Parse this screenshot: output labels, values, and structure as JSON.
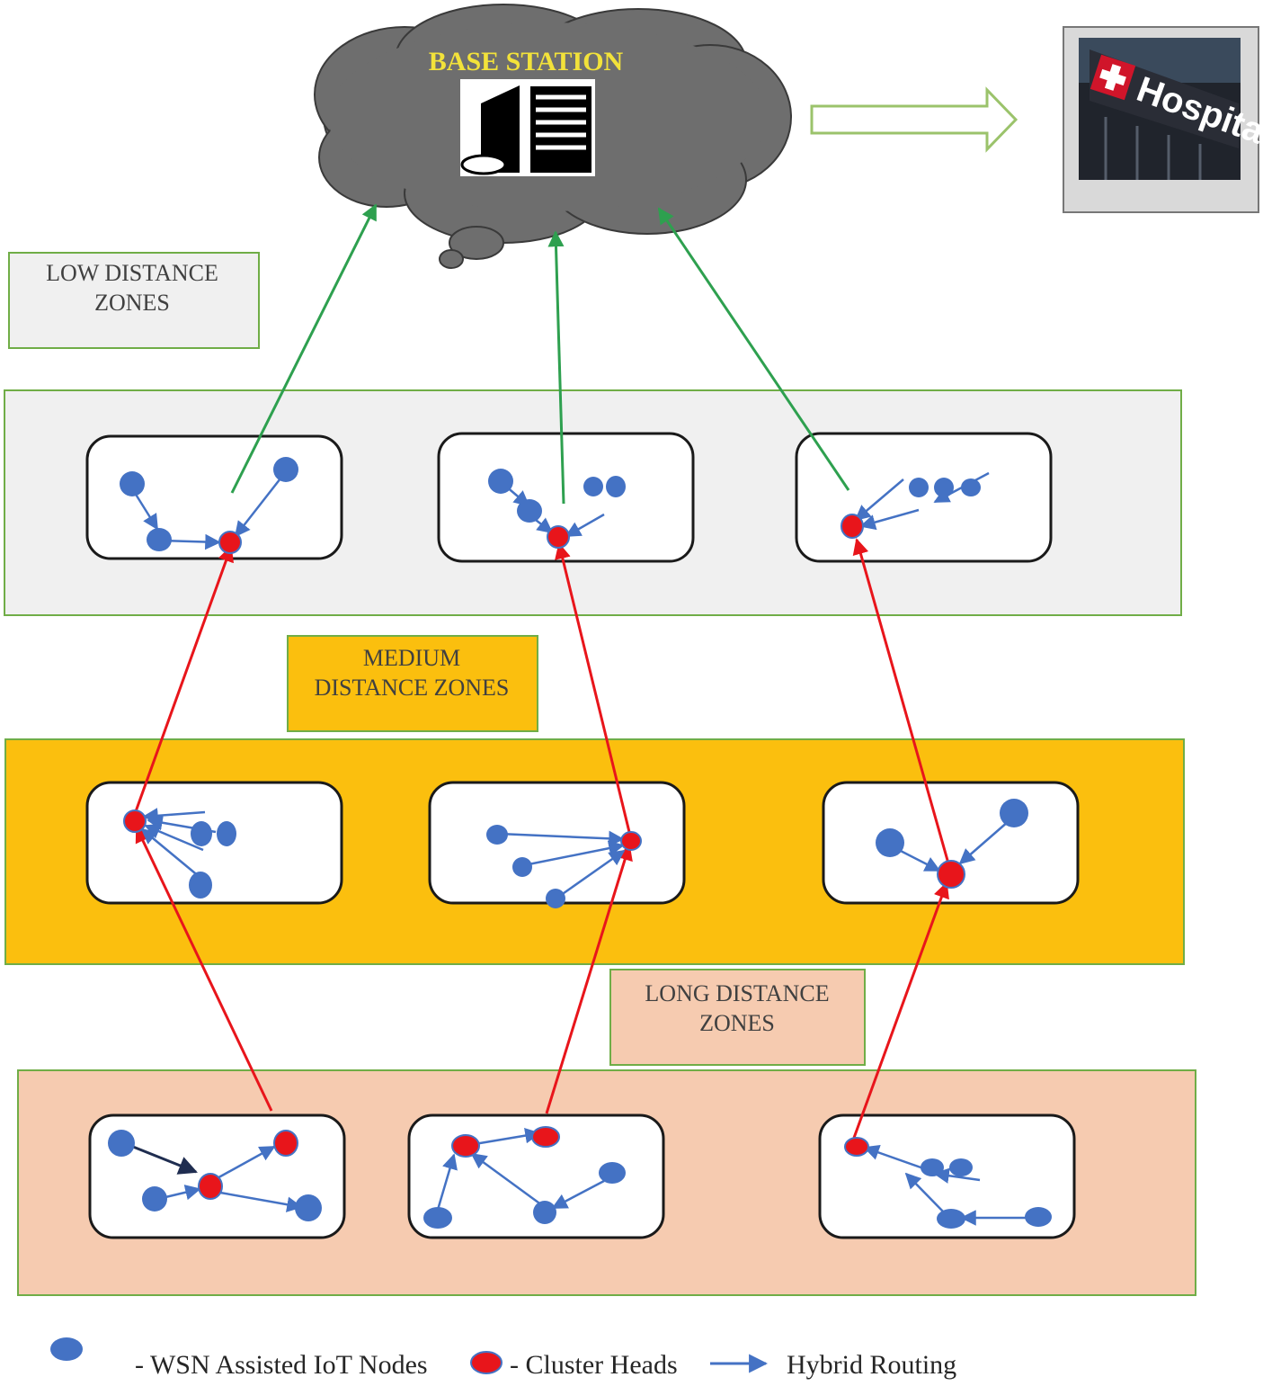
{
  "base_station": {
    "title": "BASE STATION",
    "icon": "server-building-icon"
  },
  "hospital": {
    "label": "Hospital",
    "icon": "hospital-sign-icon"
  },
  "zones": {
    "low": {
      "label_line1": "LOW DISTANCE",
      "label_line2": "ZONES",
      "color": "#f0f0f0"
    },
    "medium": {
      "label_line1": "MEDIUM",
      "label_line2": "DISTANCE ZONES",
      "color": "#fbbf0e"
    },
    "long": {
      "label_line1": "LONG DISTANCE",
      "label_line2": "ZONES",
      "color": "#f6cbb0"
    }
  },
  "legend": {
    "node_label": "- WSN Assisted IoT Nodes",
    "cluster_head_label": "- Cluster Heads",
    "routing_label": "Hybrid Routing"
  },
  "colors": {
    "node": "#4472c4",
    "cluster_head": "#e8151b",
    "hybrid_routing": "#4472c4",
    "inter_zone_link": "#e8151b",
    "uplink": "#2ea04f",
    "cloud": "#6e6e6e",
    "zone_border": "#70ad47"
  }
}
